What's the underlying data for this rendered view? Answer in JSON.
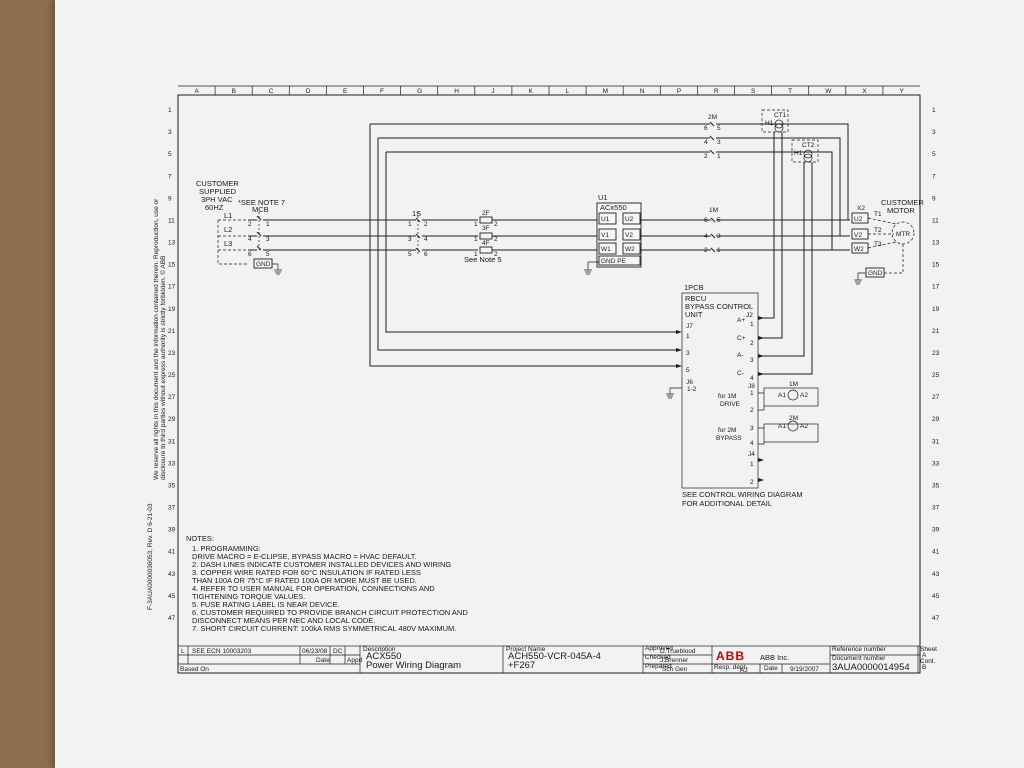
{
  "grid": {
    "columns": [
      "A",
      "B",
      "C",
      "D",
      "E",
      "F",
      "G",
      "H",
      "J",
      "K",
      "L",
      "M",
      "N",
      "P",
      "R",
      "S",
      "T",
      "W",
      "X",
      "Y"
    ],
    "rows_left": [
      "1",
      "3",
      "5",
      "7",
      "9",
      "11",
      "13",
      "15",
      "17",
      "19",
      "21",
      "23",
      "25",
      "27",
      "29",
      "31",
      "33",
      "35",
      "37",
      "39",
      "41",
      "43",
      "45",
      "47"
    ]
  },
  "labels": {
    "customer_supplied": [
      "CUSTOMER",
      "SUPPLIED",
      "3PH VAC",
      "60HZ"
    ],
    "see_note_7": "*SEE NOTE 7",
    "l1": "L1",
    "l2": "L2",
    "l3": "L3",
    "mcb": "MCB",
    "gnd": "GND",
    "s1": "1S",
    "f2": "2F",
    "f3": "3F",
    "f4": "4F",
    "see_note_5": "See Note 5",
    "u1": "U1",
    "acx550": "ACx550",
    "u1_in": [
      "U1",
      "V1",
      "W1"
    ],
    "u1_out": [
      "U2",
      "V2",
      "W2"
    ],
    "gnd_pe": "GND PE",
    "m1": "1M",
    "m2": "2M",
    "ct1": "CT1",
    "ct2": "CT2",
    "h1": "H1",
    "x2": "X2",
    "customer_motor": [
      "CUSTOMER",
      "MOTOR"
    ],
    "motor_terms": [
      "U2",
      "V2",
      "W2"
    ],
    "t_labels": [
      "T1",
      "T2",
      "T3"
    ],
    "mtr": "MTR",
    "pcb": "1PCB",
    "rbcu": [
      "RBCU",
      "BYPASS CONTROL",
      "UNIT"
    ],
    "j2": "J2",
    "j7": "J7",
    "j6": "J6",
    "j8": "J8",
    "j4": "J4",
    "a_labels": [
      "A+",
      "C+",
      "A-",
      "C-"
    ],
    "for_1m": [
      "for 1M",
      "DRIVE"
    ],
    "for_2m": [
      "for 2M",
      "BYPASS"
    ],
    "coil_terms": [
      "A1",
      "A2"
    ],
    "see_control": [
      "SEE CONTROL WIRING DIAGRAM",
      "FOR ADDITIONAL DETAIL"
    ],
    "j6_pins": "1-2"
  },
  "notes": {
    "title": "NOTES:",
    "lines": [
      "1.  PROGRAMMING:",
      "     DRIVE MACRO = E-CLIPSE, BYPASS MACRO = HVAC DEFAULT.",
      "2.  DASH LINES INDICATE CUSTOMER INSTALLED DEVICES AND WIRING",
      "3.  COPPER WIRE RATED FOR 60°C INSULATION IF RATED LESS",
      "     THAN 100A OR 75°C IF RATED 100A OR MORE MUST BE USED.",
      "4.  REFER TO USER MANUAL FOR OPERATION, CONNECTIONS AND",
      "     TIGHTENING TORQUE VALUES.",
      "5.  FUSE RATING LABEL IS NEAR DEVICE.",
      "6.  CUSTOMER REQUIRED TO PROVIDE BRANCH CIRCUIT PROTECTION AND",
      "     DISCONNECT MEANS PER NEC AND LOCAL CODE.",
      "7.  SHORT CIRCUIT CURRENT:   100kA RMS SYMMETRICAL 480V MAXIMUM."
    ]
  },
  "title_block": {
    "rev": "L",
    "ecn": "SEE ECN 10003203",
    "date": "06/23/08",
    "by": "DC",
    "date_label": "Date",
    "appd_label": "Appd",
    "based_on": "Based On",
    "description_label": "Description",
    "description": [
      "ACX550",
      "Power Wiring Diagram"
    ],
    "project_label": "Project Name",
    "project": [
      "ACH550-VCR-045A-4",
      "+F267"
    ],
    "approved_label": "Approved",
    "approved": "D.Trueblood",
    "checked_label": "Checked",
    "checked": "J.Brenner",
    "prepared_label": "Prepared",
    "prepared": "Sch Gen",
    "resp_label": "Resp. dept.",
    "resp": "AJ",
    "brand": "ABB",
    "company": "ABB Inc.",
    "date2_label": "Date",
    "date2": "9/19/2007",
    "reference_label": "Reference number",
    "document_label": "Document number",
    "document": "3AUA0000014954",
    "sheet_label": "Sheet",
    "sheet": "A",
    "cont_label": "Cont.",
    "cont": "B"
  },
  "side_text": [
    "F-3AUA0000036053, Rev. D 6-21-03",
    "We reserve all rights in this document and the information contained therein. Reproduction, use or",
    "disclosure to third parties without express authority is strictly forbidden. © ABB"
  ]
}
